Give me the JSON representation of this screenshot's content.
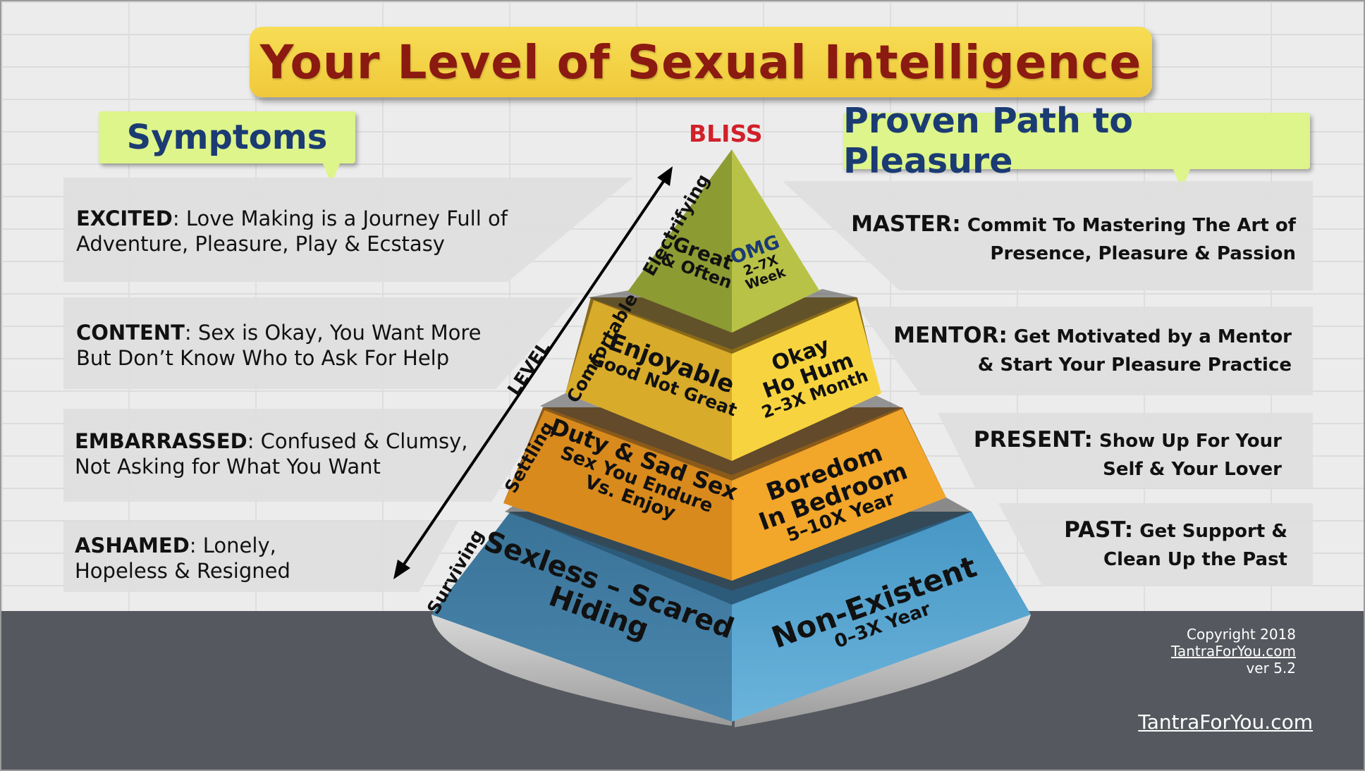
{
  "title": "Your Level of Sexual Intelligence",
  "symptoms_heading": "Symptoms",
  "path_heading": "Proven Path to Pleasure",
  "peak_label": "BLISS",
  "symptoms": [
    {
      "key": "EXCITED",
      "line1": ": Love Making is a Journey Full of",
      "line2": "Adventure, Pleasure, Play & Ecstasy"
    },
    {
      "key": "CONTENT",
      "line1": ": Sex is Okay, You Want More",
      "line2": "But Don’t Know Who to Ask For Help"
    },
    {
      "key": "EMBARRASSED",
      "line1": ": Confused & Clumsy,",
      "line2": "Not Asking for What You Want"
    },
    {
      "key": "ASHAMED",
      "line1": ": Lonely,",
      "line2": "Hopeless & Resigned"
    }
  ],
  "path": [
    {
      "key": "MASTER:",
      "line1": " Commit To Mastering The Art of",
      "line2": "Presence, Pleasure & Passion"
    },
    {
      "key": "MENTOR:",
      "line1": " Get Motivated by a Mentor",
      "line2": "& Start Your Pleasure Practice"
    },
    {
      "key": "PRESENT:",
      "line1": " Show Up For Your",
      "line2": "Self & Your Lover"
    },
    {
      "key": "PAST:",
      "line1": " Get Support &",
      "line2": "Clean Up the Past"
    }
  ],
  "level_axis": {
    "label": "LEVEL",
    "stages": [
      "Electrifying",
      "Comfortable",
      "Settling",
      "Surviving"
    ]
  },
  "tiers": [
    {
      "left_title": "Great",
      "left_sub": "& Often",
      "right_title": "OMG",
      "right_sub1": "2–7X",
      "right_sub2": "Week"
    },
    {
      "left_title": "Enjoyable",
      "left_sub": "Good Not Great",
      "right_title": "Okay",
      "right_sub1": "Ho Hum",
      "right_sub2": "2–3X Month"
    },
    {
      "left_title": "Duty & Sad Sex",
      "left_sub": "Sex You Endure",
      "left_sub2": "Vs. Enjoy",
      "right_title": "Boredom",
      "right_sub1": "In Bedroom",
      "right_sub2": "5–10X Year"
    },
    {
      "left_title": "Sexless – Scared",
      "left_sub": "Hiding",
      "right_title": "Non-Existent",
      "right_sub1": "0–3X Year"
    }
  ],
  "colors": {
    "title_bg": "#f0c93a",
    "title_text": "#8b1a10",
    "callout_bg": "#ddf58a",
    "callout_text": "#1b3b73",
    "tier1_left": "#8c9a32",
    "tier1_right": "#b7c045",
    "tier2_left": "#d9ad2c",
    "tier2_right": "#f6d23f",
    "tier3_left": "#d9891d",
    "tier3_right": "#f3a929",
    "tier4_left": "#3f7a9f",
    "tier4_right": "#4c9fce",
    "bliss": "#d0202a"
  },
  "copyright": {
    "line1": "Copyright 2018",
    "line2": "TantraForYou.com",
    "line3": "ver 5.2"
  },
  "footer_site": "TantraForYou.com"
}
